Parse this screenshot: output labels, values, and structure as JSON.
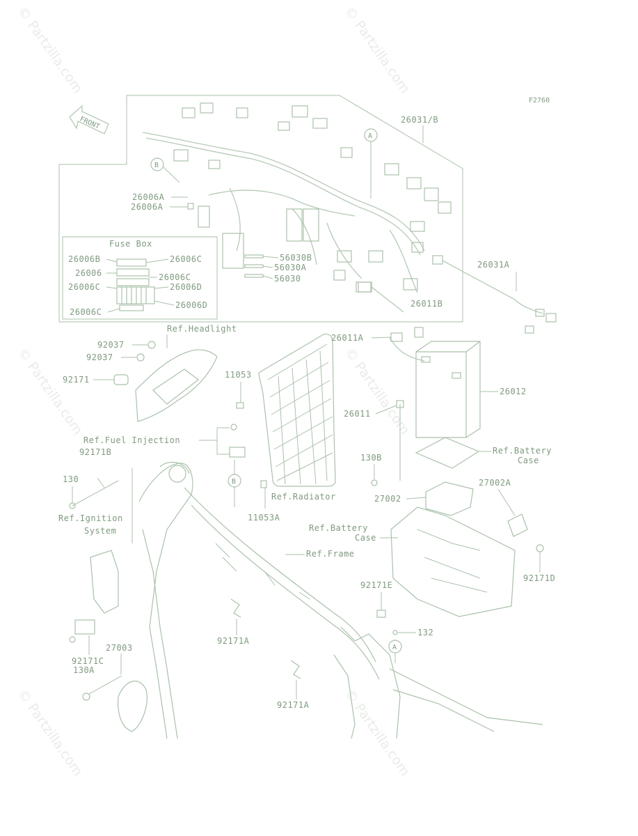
{
  "figure_code": "F2760",
  "front_label": "FRONT",
  "fuse_box_title": "Fuse Box",
  "watermark": "© Partzilla.com",
  "callouts": {
    "A": "A",
    "B": "B"
  },
  "parts": {
    "p26031B": "26031/B",
    "p26031A": "26031A",
    "p26006A_1": "26006A",
    "p26006A_2": "26006A",
    "p26006B": "26006B",
    "p26006": "26006",
    "p26006C_1": "26006C",
    "p26006C_2": "26006C",
    "p26006C_3": "26006C",
    "p26006C_4": "26006C",
    "p26006D_1": "26006D",
    "p26006D_2": "26006D",
    "p56030B": "56030B",
    "p56030A": "56030A",
    "p56030": "56030",
    "p26011B": "26011B",
    "p26011A": "26011A",
    "p26011": "26011",
    "p26012": "26012",
    "p92037_1": "92037",
    "p92037_2": "92037",
    "p92171": "92171",
    "p92171B": "92171B",
    "p11053": "11053",
    "p11053A": "11053A",
    "p130": "130",
    "p130B": "130B",
    "p27002": "27002",
    "p27002A": "27002A",
    "p92171E": "92171E",
    "p92171D": "92171D",
    "p132": "132",
    "p92171A_1": "92171A",
    "p92171A_2": "92171A",
    "p92171C": "92171C",
    "p130A": "130A",
    "p27003": "27003"
  },
  "refs": {
    "headlight": "Ref.Headlight",
    "fuel_injection": "Ref.Fuel Injection",
    "ignition_1": "Ref.Ignition",
    "ignition_2": "System",
    "radiator": "Ref.Radiator",
    "battery_case_top_1": "Ref.Battery",
    "battery_case_top_2": "Case",
    "battery_case_mid_1": "Ref.Battery",
    "battery_case_mid_2": "Case",
    "frame": "Ref.Frame"
  }
}
